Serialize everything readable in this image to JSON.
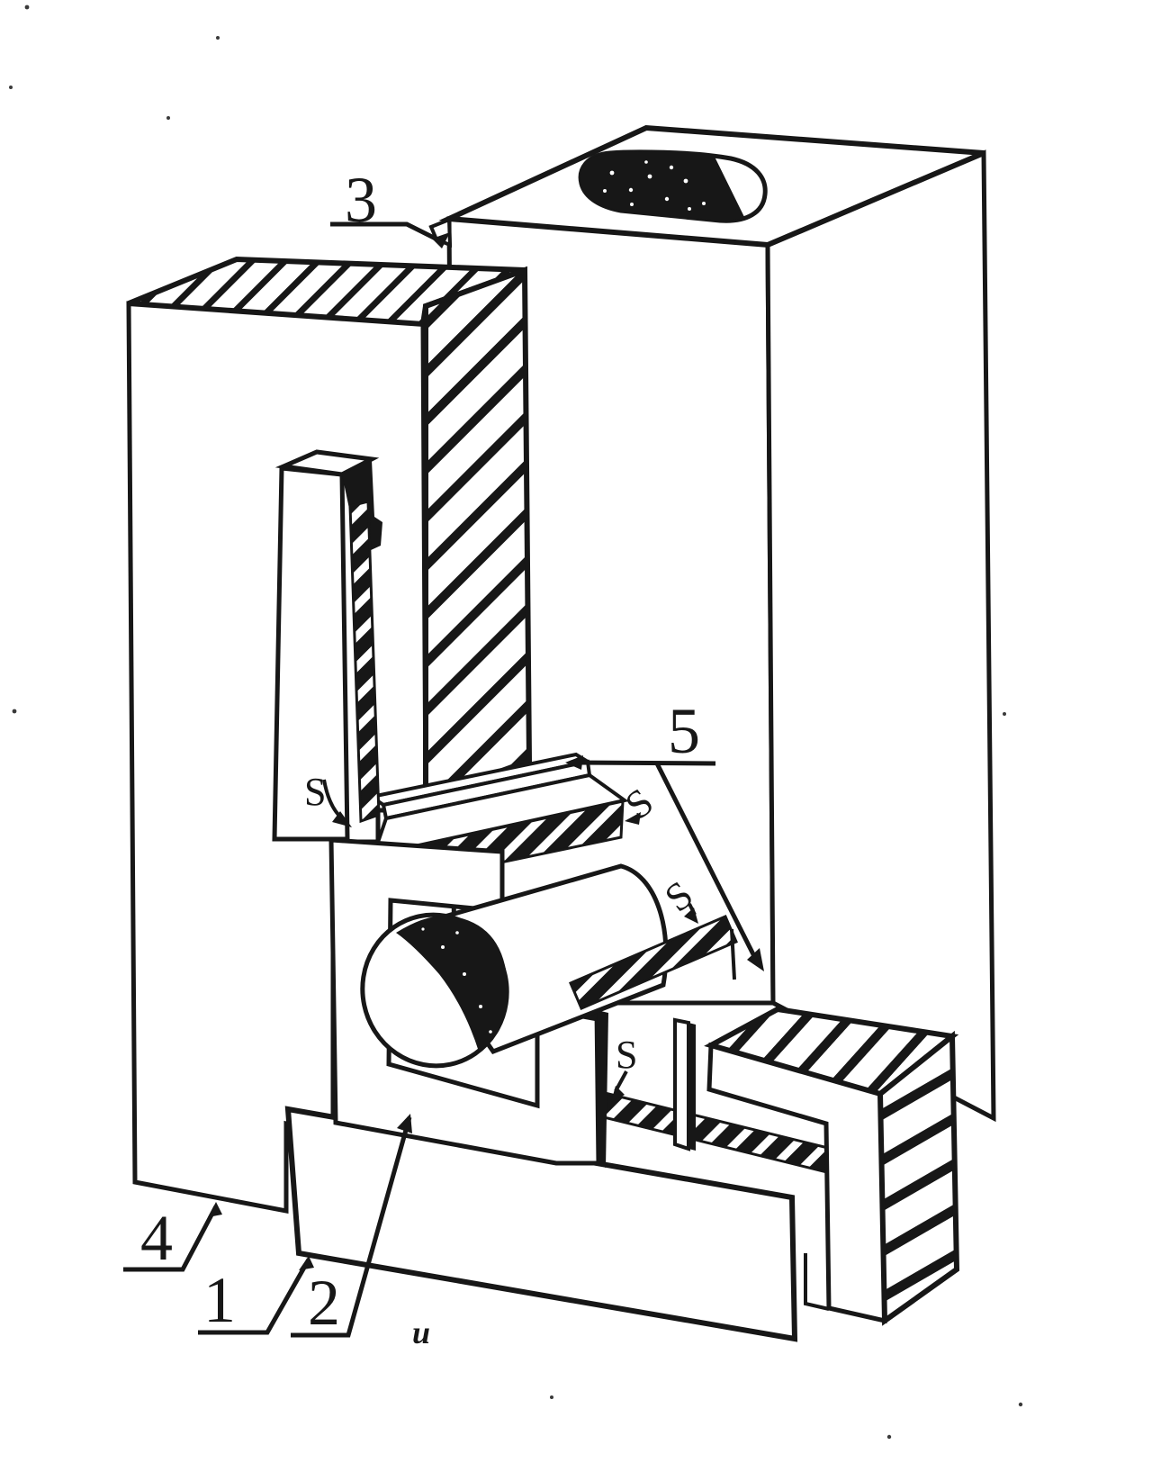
{
  "figure": {
    "background": "#ffffff",
    "ink": "#171717",
    "description_labels": {
      "part1": "1",
      "part2": "2",
      "part3": "3",
      "part4": "4",
      "part5": "5",
      "seam_a": "S",
      "seam_b": "S",
      "seam_c": "S",
      "seam_d": "S",
      "mark": "u"
    }
  }
}
